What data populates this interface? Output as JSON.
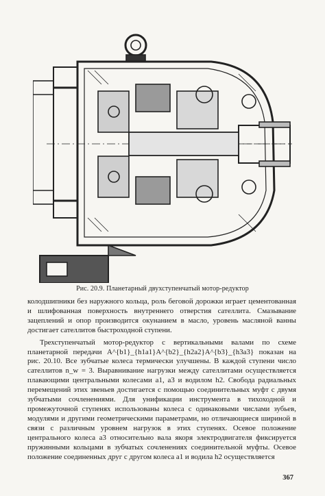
{
  "figure": {
    "caption": "Рис. 20.9. Планетарный двухступенчатый мотор-редуктор"
  },
  "body": {
    "paragraph_1": "колодшипники без наружного кольца, роль беговой дорожки играет цементованная и шлифованная поверхность внутреннего отверстия сателлита. Смазывание зацеплений и опор производится окунанием в масло, уровень масляной ванны достигает сателлитов быстроходной ступени.",
    "paragraph_2": "Трехступенчатый мотор-редуктор с вертикальными валами по схеме планетарной передачи A^{b1}_{h1a1}A^{b2}_{h2a2}A^{b3}_{h3a3} показан на рис. 20.10. Все зубчатые колеса термически улучшены. В каждой ступени число сателлитов n_w = 3. Выравнивание нагрузки между сателлитами осуществляется плавающими центральными колесами a1, a3 и водилом h2. Свобода радиальных перемещений этих звеньев достигается с помощью соединительных муфт с двумя зубчатыми сочленениями. Для унификации инструмента в тихоходной и промежуточной ступенях использованы колеса с одинаковыми числами зубьев, модулями и другими геометрическими параметрами, но отличающиеся шириной в связи с различным уровнем нагрузок в этих ступенях. Осевое положение центрального колеса a3 относительно вала якоря электродвигателя фиксируется пружинными кольцами в зубчатых сочленениях соединительной муфты. Осевое положение соединенных друг с другом колеса a1 и водила h2 осуществляется"
  },
  "page_number": "367"
}
